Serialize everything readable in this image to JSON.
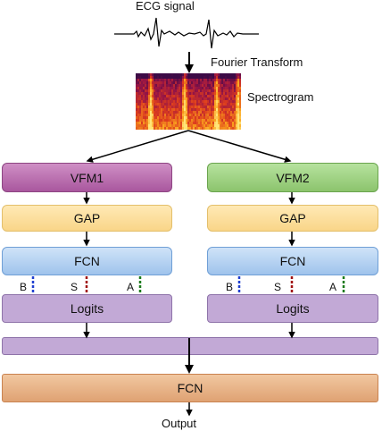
{
  "diagram": {
    "input_label": "ECG signal",
    "transform_label": "Fourier Transform",
    "spectrogram_label": "Spectrogram",
    "branch1": {
      "vfm": "VFM1",
      "gap": "GAP",
      "fcn": "FCN",
      "logits": "Logits",
      "taps": [
        "B",
        "S",
        "A"
      ]
    },
    "branch2": {
      "vfm": "VFM2",
      "gap": "GAP",
      "fcn": "FCN",
      "logits": "Logits",
      "taps": [
        "B",
        "S",
        "A"
      ]
    },
    "final_fcn": "FCN",
    "output_label": "Output",
    "colors": {
      "vfm1": "#b76aac",
      "vfm2": "#9fd07f",
      "gap": "#fde0a0",
      "fcn": "#b7d3f2",
      "logits": "#c2a9d6",
      "final_fcn": "#e8b386",
      "tap_b": "#1f3fd0",
      "tap_s": "#a01010",
      "tap_a": "#1a7a1a"
    }
  }
}
